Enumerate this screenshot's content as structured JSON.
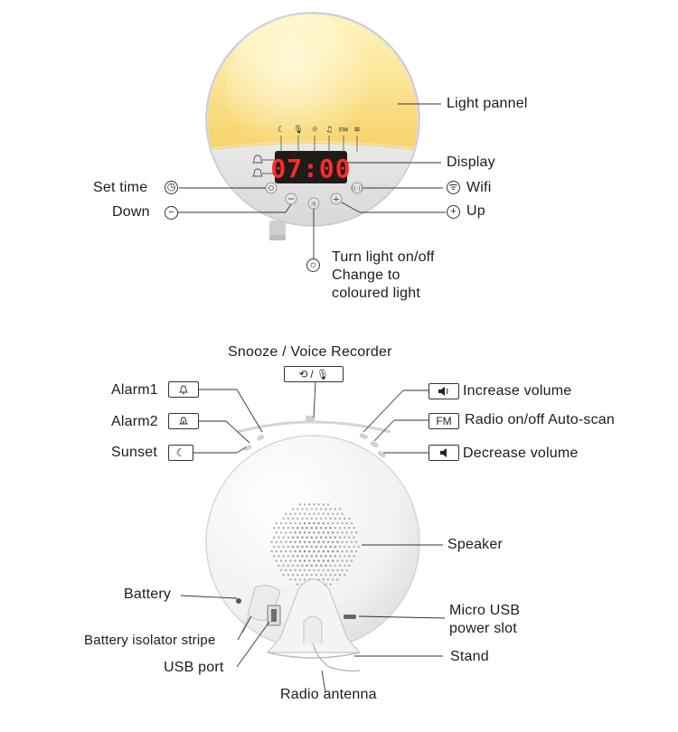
{
  "front": {
    "light_panel": "Light pannel",
    "display": "Display",
    "display_time": "07:00",
    "set_time": "Set time",
    "wifi": "Wifi",
    "down": "Down",
    "up": "Up",
    "light_lines": [
      "Turn light on/off",
      "Change to",
      "coloured light"
    ],
    "status_fm": "FM",
    "icons": [
      "moon-icon",
      "microphone-icon",
      "sun-icon",
      "music-note-icon",
      "fm-icon",
      "wifi-icon",
      "clock-icon",
      "minus-icon",
      "plus-icon",
      "radio-wave-icon",
      "bell-icon",
      "bell-2-icon"
    ]
  },
  "back": {
    "snooze": "Snooze / Voice Recorder",
    "snooze_key": "/",
    "alarm1": "Alarm1",
    "alarm2": "Alarm2",
    "sunset": "Sunset",
    "increase_volume": "Increase volume",
    "radio": "Radio on/off Auto-scan",
    "radio_key": "FM",
    "decrease_volume": "Decrease volume",
    "speaker": "Speaker",
    "battery": "Battery",
    "micro_usb": [
      "Micro USB",
      "power slot"
    ],
    "battery_stripe": "Battery isolator stripe",
    "stand": "Stand",
    "usb_port": "USB port",
    "radio_antenna": "Radio antenna"
  },
  "colors": {
    "panel_warm": "#f7cf69",
    "display_red": "#ff2a2a",
    "display_bg": "#1e1b19",
    "device_white": "#f2f2f2"
  }
}
